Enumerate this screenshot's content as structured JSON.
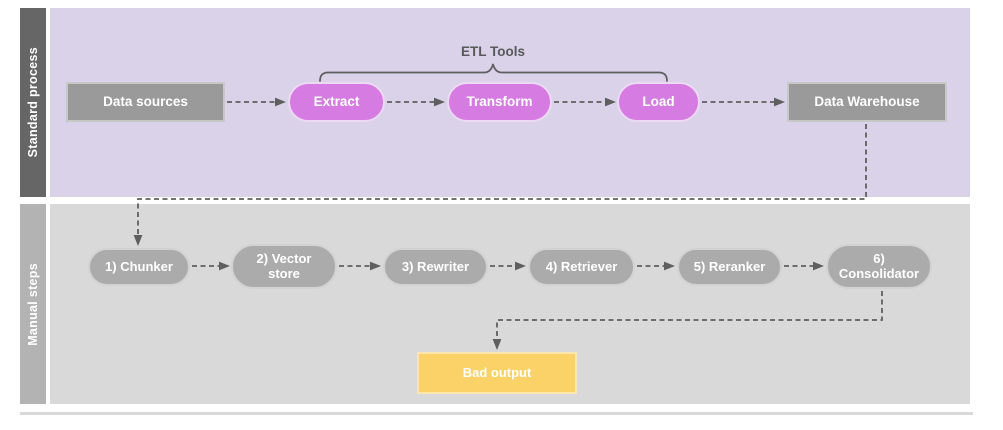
{
  "diagram": {
    "lanes": [
      {
        "label": "Standard process"
      },
      {
        "label": "Manual steps"
      }
    ],
    "brace_label": "ETL Tools",
    "standard_process_nodes": [
      "Data sources",
      "Extract",
      "Transform",
      "Load",
      "Data Warehouse"
    ],
    "manual_step_nodes": [
      "1) Chunker",
      "2) Vector store",
      "3) Rewriter",
      "4) Retriever",
      "5) Reranker",
      "6) Consolidator"
    ],
    "output_node": "Bad output"
  },
  "colors": {
    "lane_standard_bg": "#d9d2e9",
    "lane_standard_label_bg": "#666666",
    "lane_manual_bg": "#d9d9d9",
    "lane_manual_label_bg": "#b3b3b3",
    "etl_pill_fill": "#d57be2",
    "etl_pill_border": "#eed9f4",
    "gray_box_fill": "#9a9a9a",
    "gray_box_border": "#c8c8c8",
    "step_pill_fill": "#ababab",
    "step_pill_border": "#d2d2d2",
    "bad_output_fill": "#fbd267",
    "bad_output_border": "#fbe7ad",
    "connector": "#5f5f5f",
    "brace_text": "#595959"
  }
}
